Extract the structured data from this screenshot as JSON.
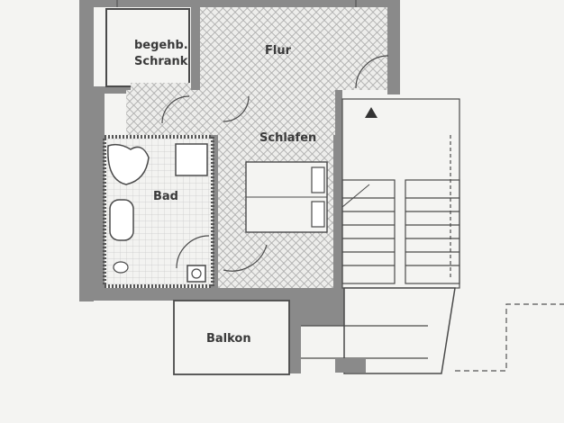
{
  "rooms": {
    "schrank": {
      "line1": "begehb.",
      "line2": "Schrank"
    },
    "flur": "Flur",
    "schlafen": "Schlafen",
    "bad": "Bad",
    "balkon": "Balkon"
  },
  "colors": {
    "background": "#f4f4f2",
    "wall": "#8a8a8a",
    "tile": "#b5b5b5",
    "line": "#4a4a4a"
  }
}
